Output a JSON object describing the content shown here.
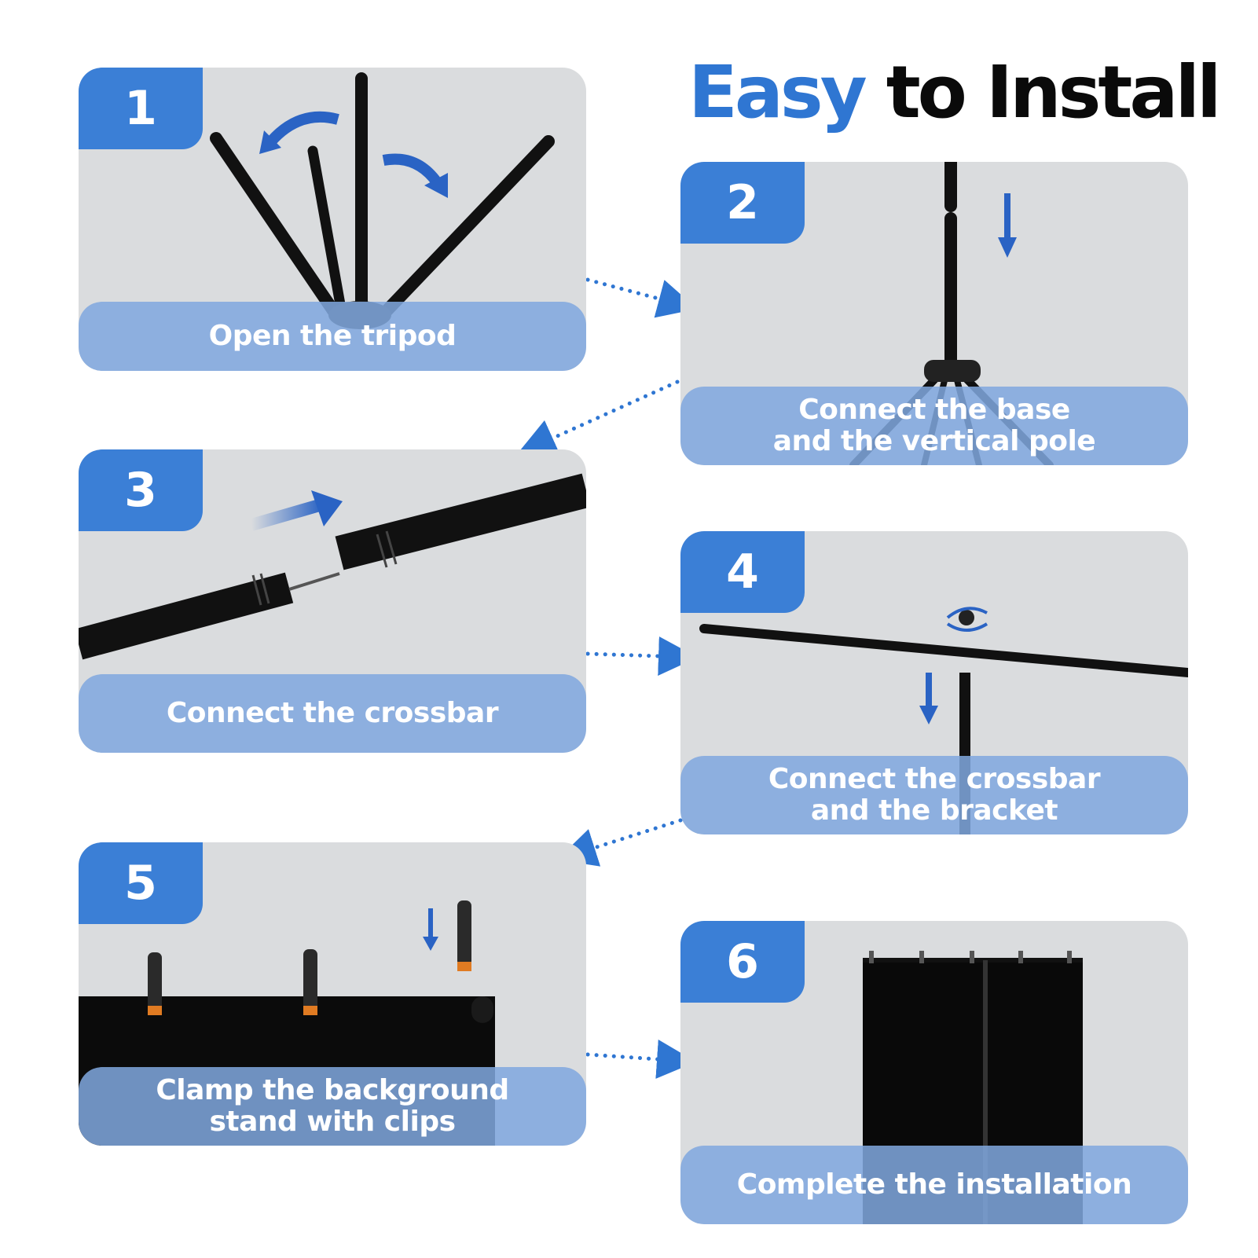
{
  "title": {
    "accent_word": "Easy",
    "rest": "to Install"
  },
  "colors": {
    "accent": "#2f76d2",
    "badge": "#3b7fd6",
    "panel": "#dadcde",
    "caption": "#80a8de",
    "text": "#0a0a0a"
  },
  "steps": [
    {
      "number": "1",
      "caption": "Open the tripod"
    },
    {
      "number": "2",
      "caption": "Connect the base\nand the vertical pole"
    },
    {
      "number": "3",
      "caption": "Connect the crossbar"
    },
    {
      "number": "4",
      "caption": "Connect the crossbar\nand the bracket"
    },
    {
      "number": "5",
      "caption": "Clamp the background\nstand with clips"
    },
    {
      "number": "6",
      "caption": "Complete the installation"
    }
  ]
}
